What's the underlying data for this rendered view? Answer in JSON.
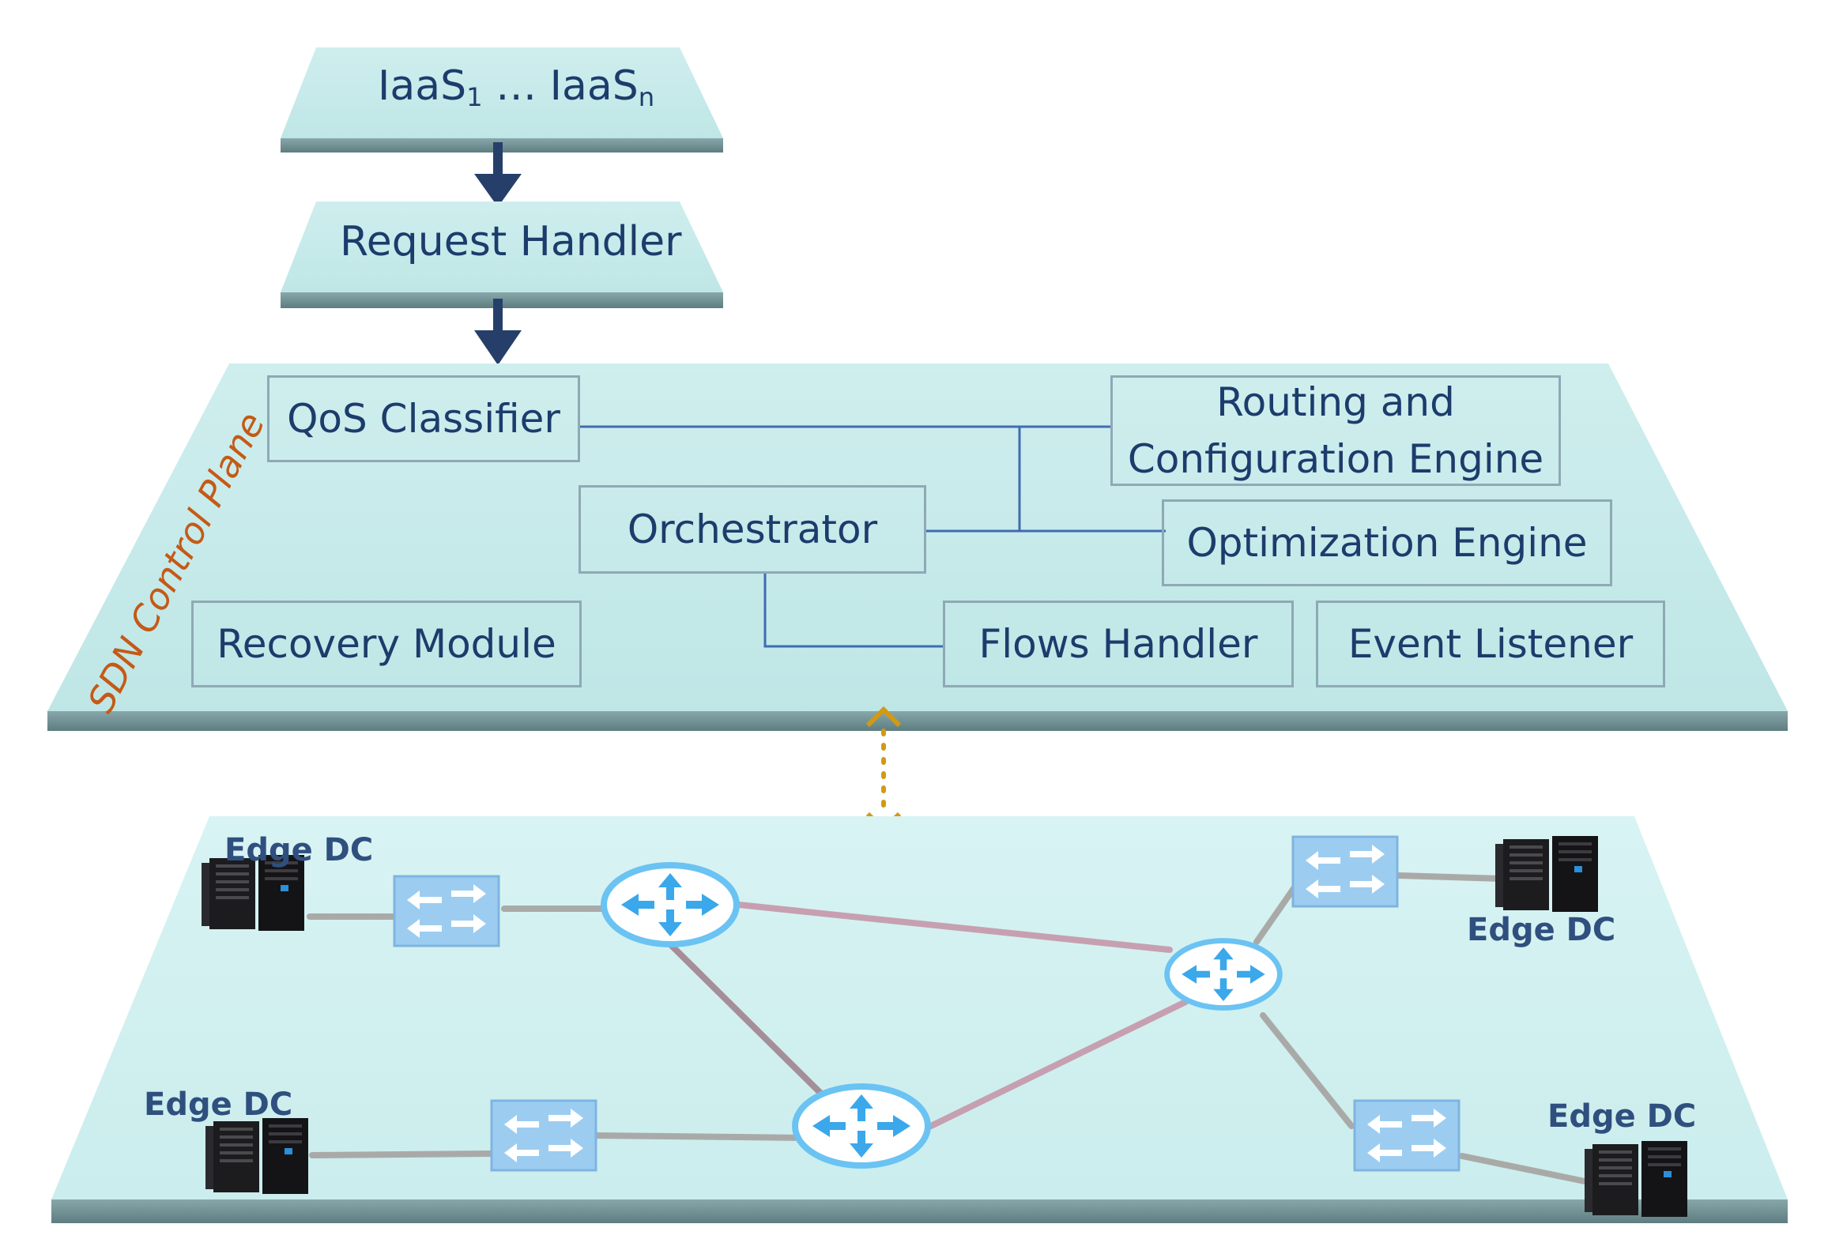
{
  "iaas_label": "IaaS",
  "iaas_sub_1": "1",
  "iaas_ellipsis": "…",
  "iaas_label_n": "IaaS",
  "iaas_sub_n": "n",
  "request_handler": "Request Handler",
  "control_plane_label": "SDN Control Plane",
  "qos_classifier": "QoS Classifier",
  "routing_engine_line1": "Routing and",
  "routing_engine_line2": "Configuration Engine",
  "orchestrator": "Orchestrator",
  "optimization_engine": "Optimization Engine",
  "recovery_module": "Recovery Module",
  "flows_handler": "Flows Handler",
  "event_listener": "Event Listener",
  "edge_dc_labels": [
    "Edge DC",
    "Edge DC",
    "Edge DC",
    "Edge DC"
  ],
  "colors": {
    "plane_face": "#c4ecec",
    "plane_edge": "#6f8f92",
    "text": "#1c3c6c",
    "arrow": "#263f6a",
    "link_gray": "#a9aaa8",
    "link_pink": "#c6a0b0",
    "router": "#6ac3f2",
    "switch": "#9ccdf1",
    "dotted": "#d29a13",
    "plane_label": "#c45a16"
  }
}
